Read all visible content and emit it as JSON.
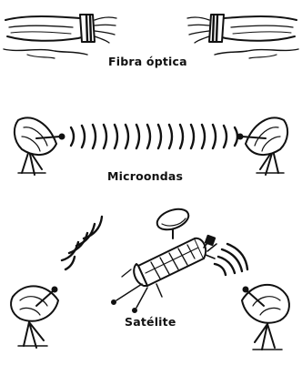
{
  "labels": {
    "fiber": "Fibra óptica",
    "microwave": "Microondas",
    "satellite": "Satélite"
  },
  "colors": {
    "ink": "#111111",
    "background": "#ffffff"
  }
}
